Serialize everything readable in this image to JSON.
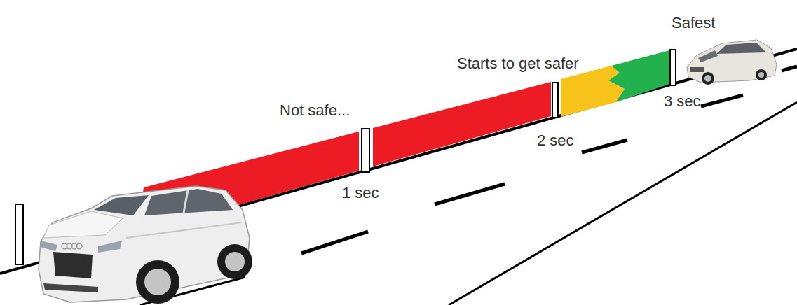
{
  "diagram": {
    "labels": [
      "Not safe...",
      "1 sec",
      "Starts to get safer",
      "2 sec",
      "Safest",
      "3 sec"
    ]
  }
}
